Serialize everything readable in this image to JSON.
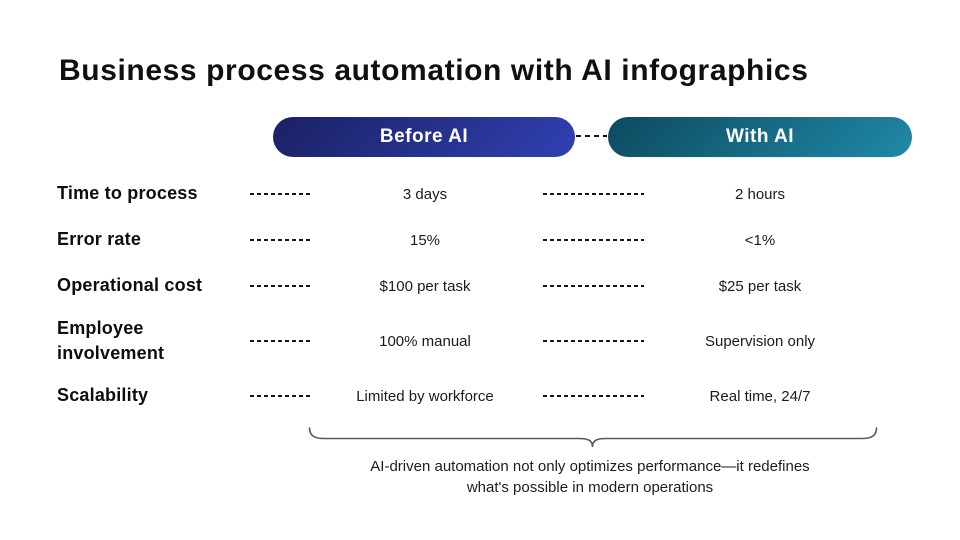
{
  "title": "Business process automation with AI infographics",
  "columns": {
    "before_ai": {
      "label": "Before AI",
      "gradient": [
        "#1b2164",
        "#3040b2"
      ]
    },
    "with_ai": {
      "label": "With AI",
      "gradient": [
        "#0d4a5f",
        "#2089a8"
      ]
    }
  },
  "rows": [
    {
      "label": "Time to process",
      "before": "3 days",
      "with": "2 hours"
    },
    {
      "label": "Error rate",
      "before": "15%",
      "with": "<1%"
    },
    {
      "label": "Operational cost",
      "before": "$100 per task",
      "with": "$25 per task"
    },
    {
      "label": "Employee involvement",
      "before": "100% manual",
      "with": "Supervision only"
    },
    {
      "label": "Scalability",
      "before": "Limited by workforce",
      "with": "Real time, 24/7"
    }
  ],
  "footer": {
    "line1": "AI-driven automation not only optimizes performance—it redefines",
    "line2": "what's possible in modern operations"
  },
  "colors": {
    "title_text": "#101010",
    "body_text": "#1b1b1b",
    "dash": "#161616",
    "brace": "#58595b",
    "pill_text": "#ffffff"
  }
}
